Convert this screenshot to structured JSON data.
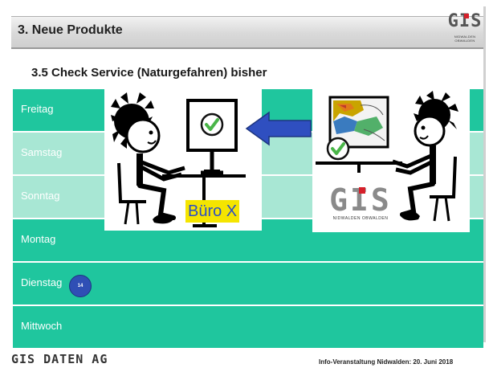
{
  "header": {
    "title": "3. Neue Produkte"
  },
  "logo": {
    "text": "GIS",
    "subtext": "NIDWALDEN OBWALDEN"
  },
  "subtitle": "3.5 Check Service (Naturgefahren) bisher",
  "days": [
    {
      "label": "Freitag",
      "color": "#1fc69e"
    },
    {
      "label": "Samstag",
      "color": "#a8e7d4"
    },
    {
      "label": "Sonntag",
      "color": "#a8e7d4"
    },
    {
      "label": "Montag",
      "color": "#1fc69e"
    },
    {
      "label": "Dienstag",
      "color": "#1fc69e"
    },
    {
      "label": "Mittwoch",
      "color": "#1fc69e"
    }
  ],
  "office_panel": {
    "label": "Büro X",
    "highlight": "#f5e500"
  },
  "gis_panel": {
    "logo_text": "GIS",
    "logo_subtext": "NIDWALDEN OBWALDEN"
  },
  "badge": {
    "text": "14"
  },
  "footer": {
    "left": "GIS DATEN AG",
    "right": "Info-Veranstaltung Nidwalden: 20. Juni 2018"
  },
  "colors": {
    "arrow": "#2f4fc0",
    "check": "#49b548",
    "day_dark": "#1fc69e",
    "day_light": "#a8e7d4"
  }
}
